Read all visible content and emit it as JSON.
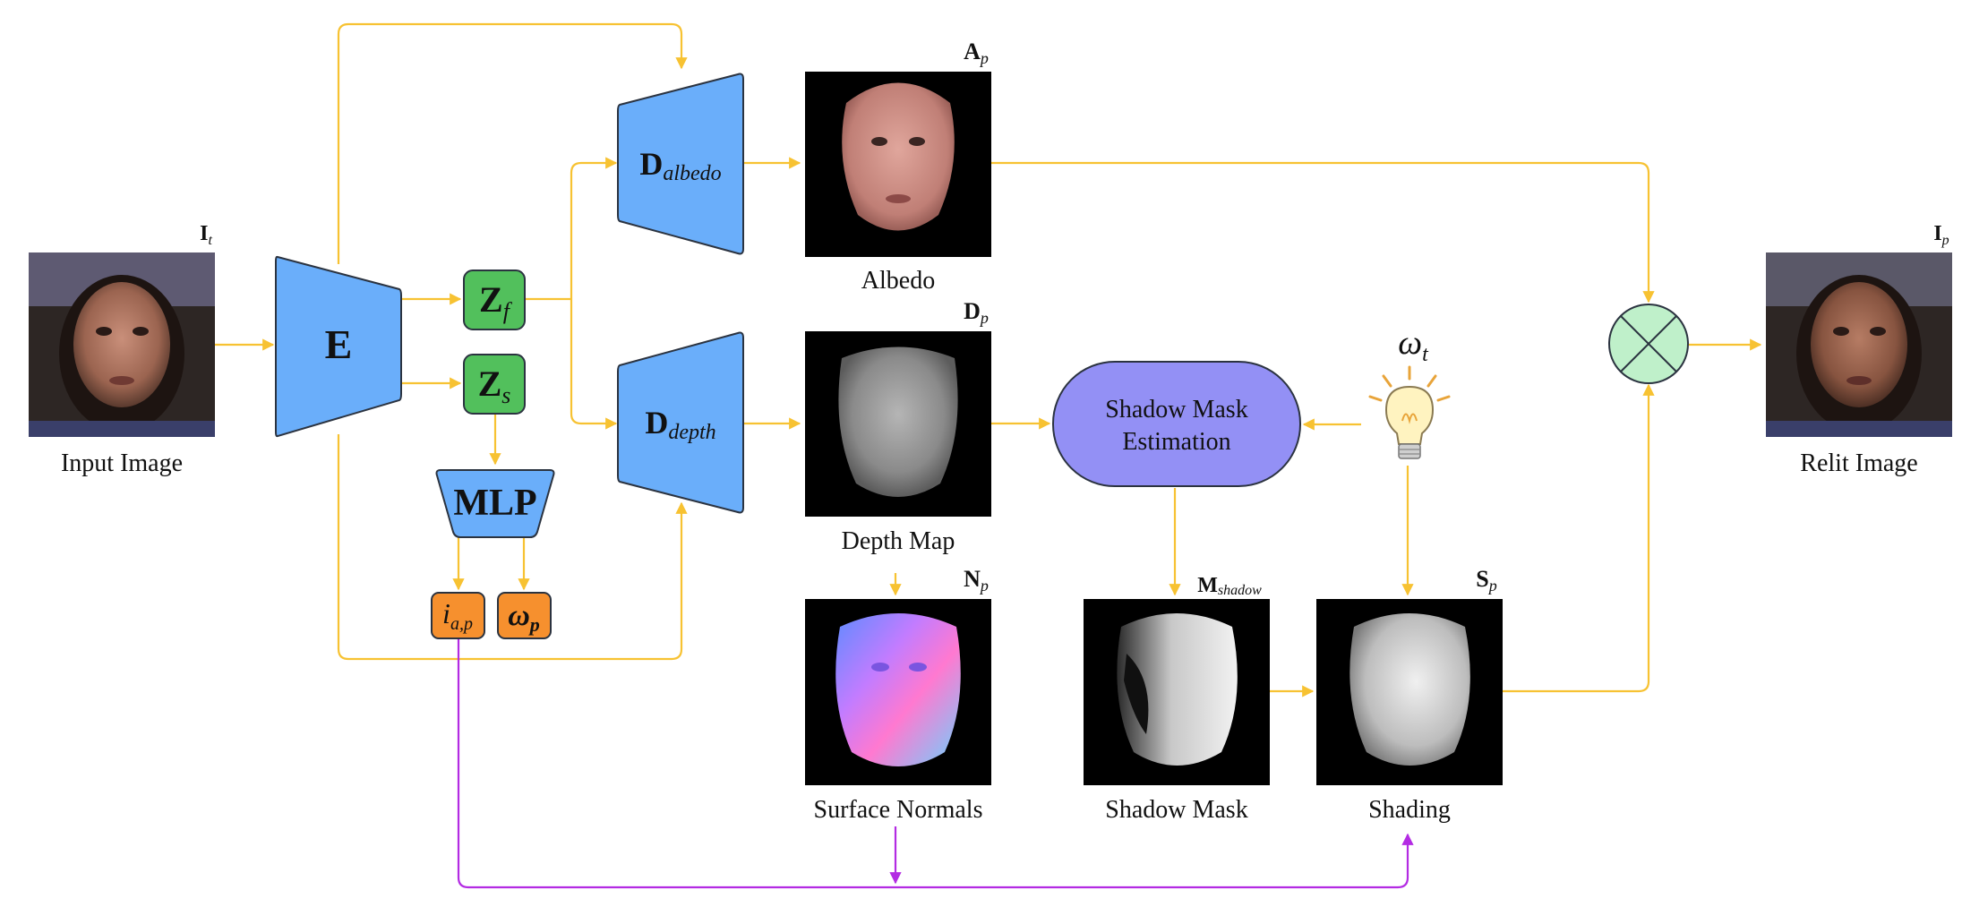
{
  "colors": {
    "arrow": "#F7C232",
    "purple_arrow": "#B32BE3",
    "blue_block": "#6AAEFA",
    "green_block": "#52C05C",
    "orange_block": "#F6902E",
    "shadow_module": "#9390F5",
    "multiply": "#BFF0CA",
    "outline": "#2B3340"
  },
  "nodes": {
    "encoder": {
      "label": "E"
    },
    "zf": {
      "main": "Z",
      "sub": "f"
    },
    "zs": {
      "main": "Z",
      "sub": "s"
    },
    "mlp": {
      "label": "MLP"
    },
    "iap": {
      "main": "i",
      "sub": "a,p"
    },
    "omega_p": {
      "main": "ω",
      "sub": "p"
    },
    "d_albedo": {
      "main": "D",
      "sub": "albedo"
    },
    "d_depth": {
      "main": "D",
      "sub": "depth"
    },
    "shadow_module": {
      "line1": "Shadow Mask",
      "line2": "Estimation"
    },
    "omega_t": {
      "main": "ω",
      "sub": "t"
    }
  },
  "images": {
    "input": {
      "caption": "Input Image",
      "tag_main": "I",
      "tag_sub": "t"
    },
    "albedo": {
      "caption": "Albedo",
      "tag_main": "A",
      "tag_sub": "p"
    },
    "depth": {
      "caption": "Depth Map",
      "tag_main": "D",
      "tag_sub": "p"
    },
    "normals": {
      "caption": "Surface Normals",
      "tag_main": "N",
      "tag_sub": "p"
    },
    "shadow": {
      "caption": "Shadow Mask",
      "tag_main": "M",
      "tag_sub": "shadow"
    },
    "shading": {
      "caption": "Shading",
      "tag_main": "S",
      "tag_sub": "p"
    },
    "relit": {
      "caption": "Relit Image",
      "tag_main": "I",
      "tag_sub": "p"
    }
  }
}
